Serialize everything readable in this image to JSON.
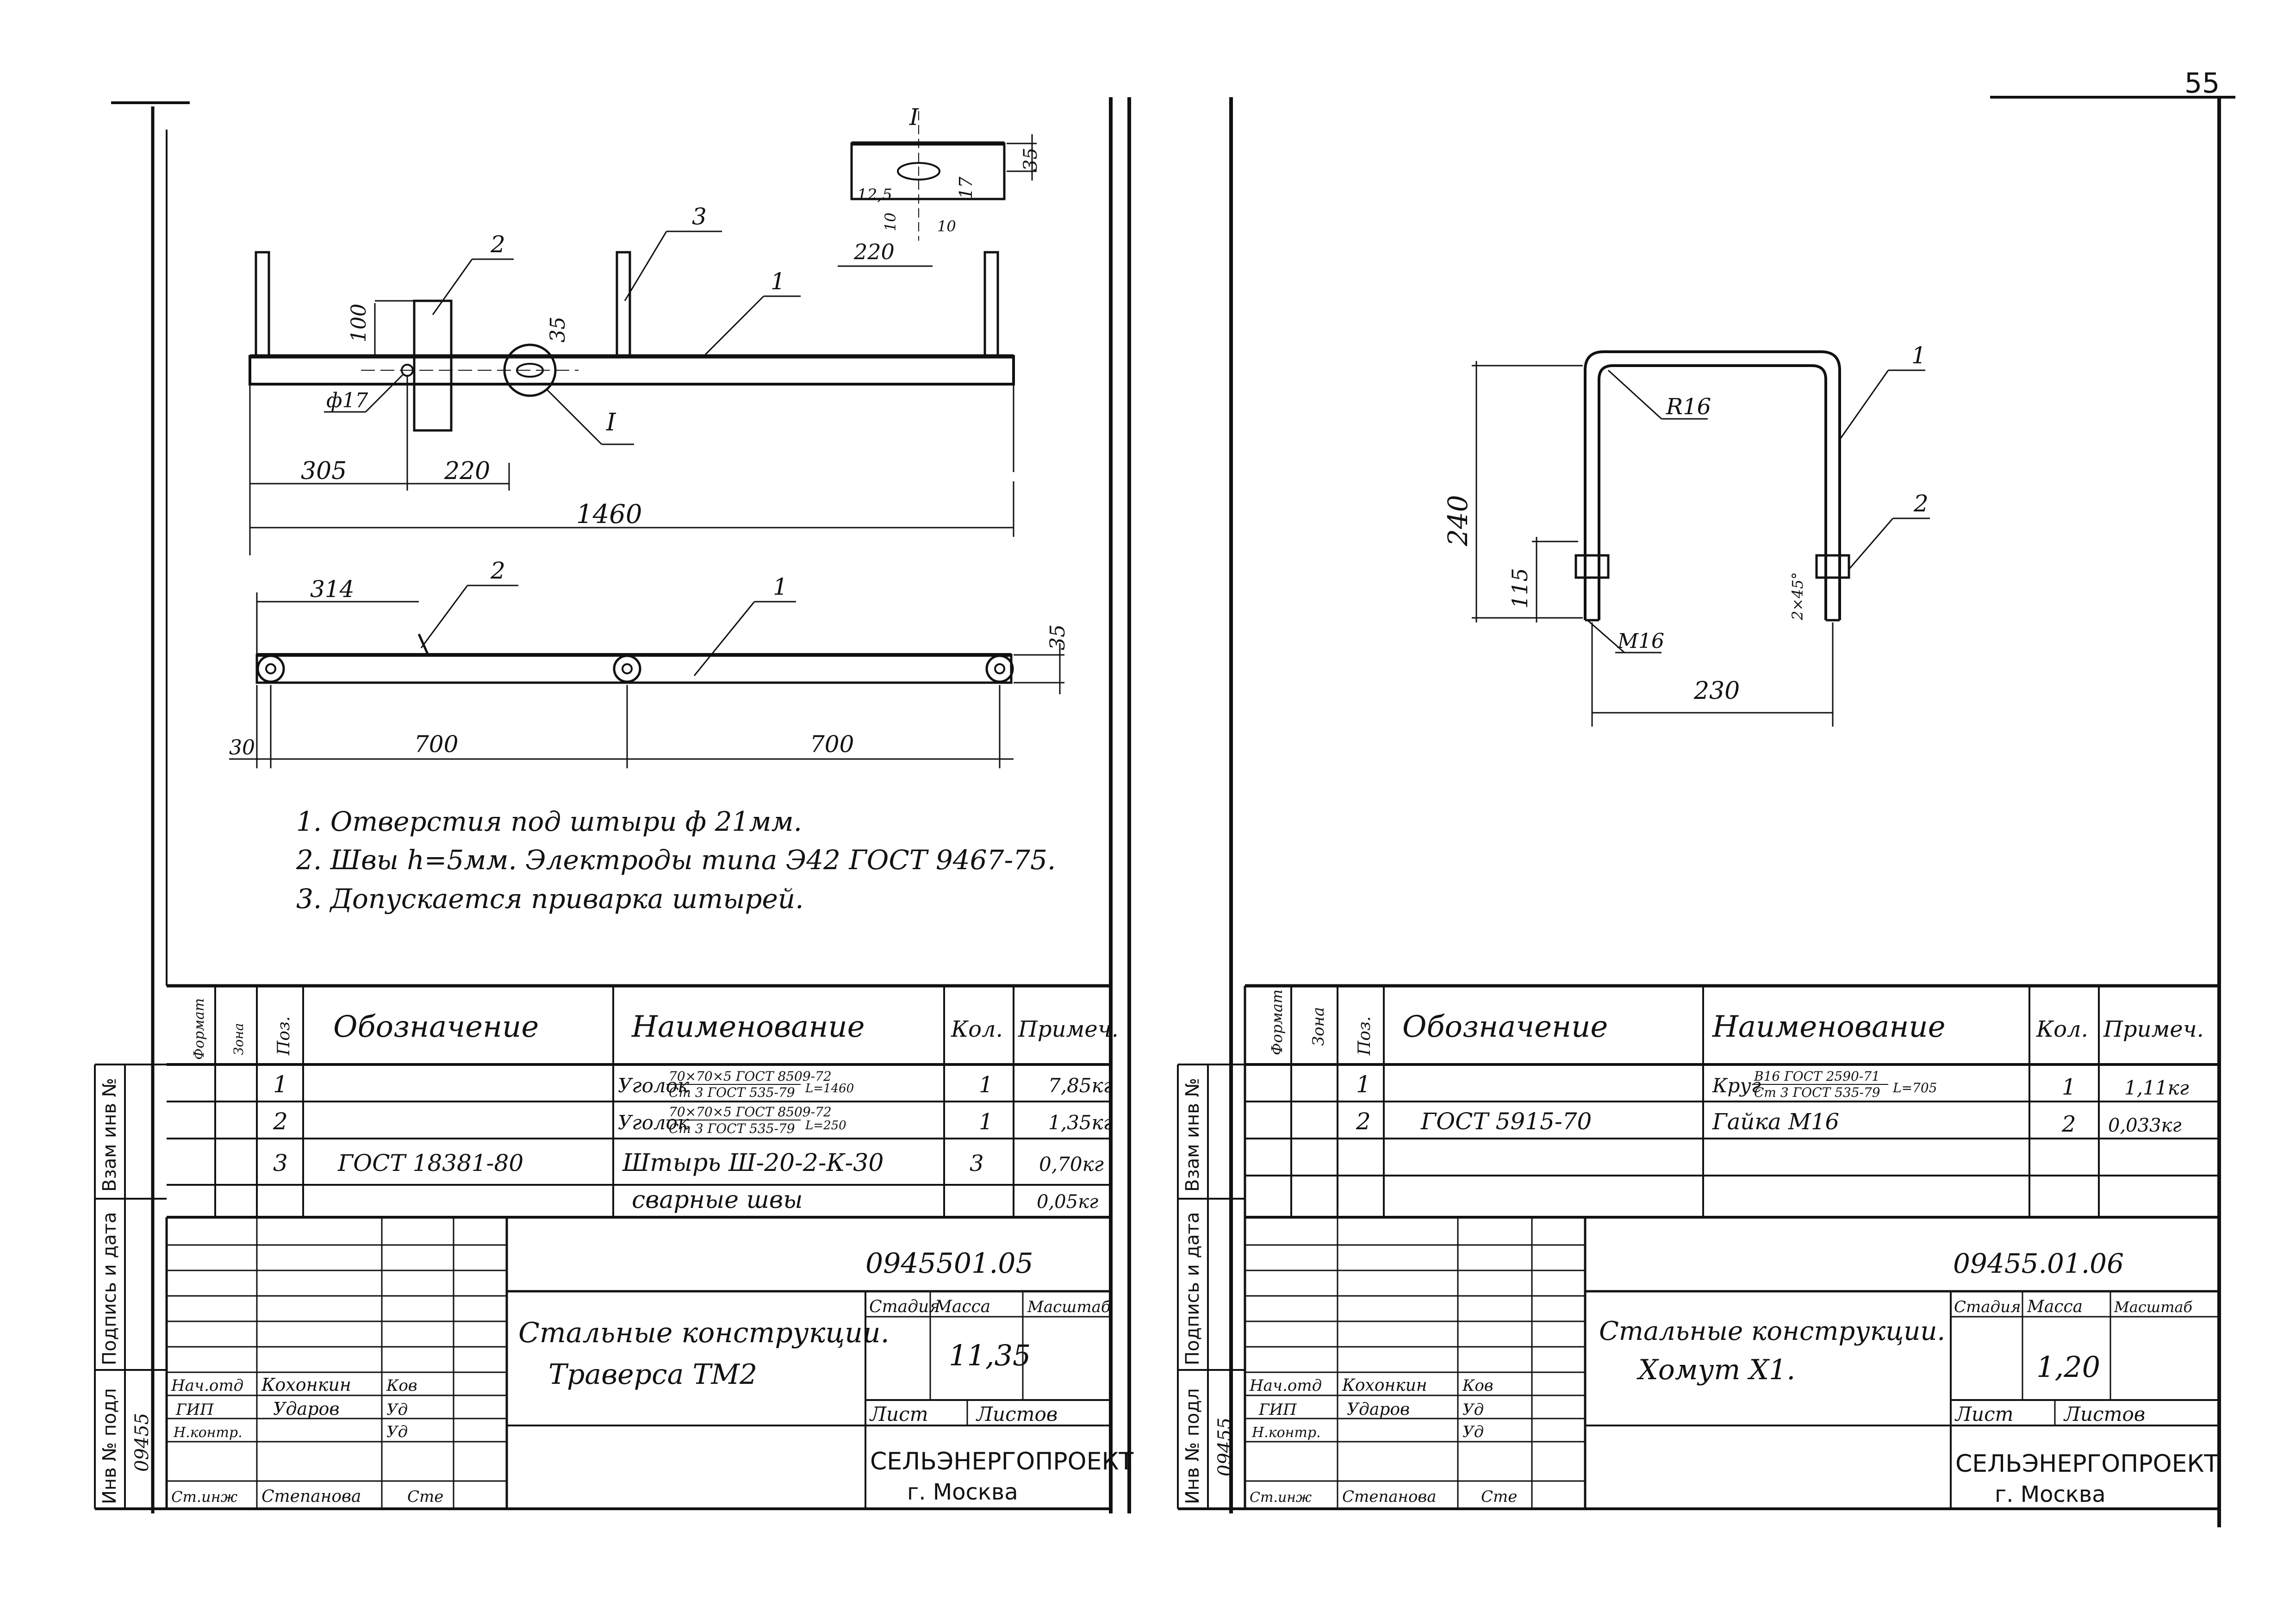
{
  "page_number": "55",
  "left": {
    "dims": {
      "d305": "305",
      "d220": "220",
      "d1460": "1460",
      "d100": "100",
      "d35": "35",
      "phi17": "ф17",
      "d314": "314",
      "d30": "30",
      "d700a": "700",
      "d700b": "700",
      "d35b": "35",
      "detail_220": "220",
      "detail_35": "35",
      "detail_17": "17",
      "detail_12_5": "12,5",
      "detail_10a": "10",
      "detail_10b": "10",
      "section_mark_top": "I",
      "section_mark_bottom": "I"
    },
    "callouts": [
      "1",
      "2",
      "3",
      "2",
      "1"
    ],
    "notes": [
      "1. Отверстия под штыри ф 21мм.",
      "2. Швы h=5мм. Электроды типа Э42 ГОСТ 9467-75.",
      "3. Допускается приварка штырей."
    ],
    "spec_headers": {
      "format": "Формат",
      "zone": "Зона",
      "pos": "Поз.",
      "designation": "Обозначение",
      "name": "Наименование",
      "qty": "Кол.",
      "note": "Примеч."
    },
    "spec_rows": [
      {
        "pos": "1",
        "designation": "",
        "name": "Уголок",
        "name_top": "70×70×5 ГОСТ 8509-72",
        "name_bottom": "Ст 3 ГОСТ 535-79",
        "name_suffix": "L=1460",
        "qty": "1",
        "note": "7,85кг"
      },
      {
        "pos": "2",
        "designation": "",
        "name": "Уголок",
        "name_top": "70×70×5 ГОСТ 8509-72",
        "name_bottom": "Ст 3 ГОСТ 535-79",
        "name_suffix": "L=250",
        "qty": "1",
        "note": "1,35кг"
      },
      {
        "pos": "3",
        "designation": "ГОСТ 18381-80",
        "name": "Штырь Ш-20-2-К-30",
        "name_top": "",
        "name_bottom": "",
        "name_suffix": "",
        "qty": "3",
        "note": "0,70кг"
      },
      {
        "pos": "",
        "designation": "",
        "name": "сварные швы",
        "name_top": "",
        "name_bottom": "",
        "name_suffix": "",
        "qty": "",
        "note": "0,05кг"
      }
    ],
    "title_block": {
      "code": "0945501.05",
      "title_line1": "Стальные конструкции.",
      "title_line2": "Траверса ТМ2",
      "stage_label": "Стадия",
      "mass_label": "Масса",
      "scale_label": "Масштаб",
      "mass": "11,35",
      "sheet_label": "Лист",
      "sheets_label": "Листов",
      "org": "СЕЛЬЭНЕРГОПРОЕКТ",
      "city": "г. Москва",
      "roles": [
        {
          "role": "Нач.отд",
          "name": "Кохонкин",
          "sign": "Ков"
        },
        {
          "role": "ГИП",
          "name": "Ударов",
          "sign": "Уд"
        },
        {
          "role": "Н.контр.",
          "name": "",
          "sign": "Уд"
        },
        {
          "role": "Ст.инж",
          "name": "Степанова",
          "sign": "Сте"
        }
      ]
    },
    "side_labels": {
      "inv_orig": "Инв № подл",
      "sign_date": "Подпись и дата",
      "replace_inv": "Взам инв №",
      "inv_number": "09455"
    }
  },
  "right": {
    "dims": {
      "d240": "240",
      "d115": "115",
      "d230": "230",
      "r16": "R16",
      "m16": "M16",
      "chamfer": "2×45°"
    },
    "callouts": [
      "1",
      "2"
    ],
    "spec_headers": {
      "format": "Формат",
      "zone": "Зона",
      "pos": "Поз.",
      "designation": "Обозначение",
      "name": "Наименование",
      "qty": "Кол.",
      "note": "Примеч."
    },
    "spec_rows": [
      {
        "pos": "1",
        "designation": "",
        "name": "Круг",
        "name_top": "В16 ГОСТ 2590-71",
        "name_bottom": "Ст 3 ГОСТ 535-79",
        "name_suffix": "L=705",
        "qty": "1",
        "note": "1,11кг"
      },
      {
        "pos": "2",
        "designation": "ГОСТ 5915-70",
        "name": "Гайка М16",
        "name_top": "",
        "name_bottom": "",
        "name_suffix": "",
        "qty": "2",
        "note": "0,033кг"
      }
    ],
    "title_block": {
      "code": "09455.01.06",
      "title_line1": "Стальные конструкции.",
      "title_line2": "Хомут Х1.",
      "stage_label": "Стадия",
      "mass_label": "Масса",
      "scale_label": "Масштаб",
      "mass": "1,20",
      "sheet_label": "Лист",
      "sheets_label": "Листов",
      "org": "СЕЛЬЭНЕРГОПРОЕКТ",
      "city": "г. Москва",
      "roles": [
        {
          "role": "Нач.отд",
          "name": "Кохонкин",
          "sign": "Ков"
        },
        {
          "role": "ГИП",
          "name": "Ударов",
          "sign": "Уд"
        },
        {
          "role": "Н.контр.",
          "name": "",
          "sign": "Уд"
        },
        {
          "role": "Ст.инж",
          "name": "Степанова",
          "sign": "Сте"
        }
      ]
    },
    "side_labels": {
      "inv_orig": "Инв № подл",
      "sign_date": "Подпись и дата",
      "replace_inv": "Взам инв №",
      "inv_number": "09455"
    }
  }
}
